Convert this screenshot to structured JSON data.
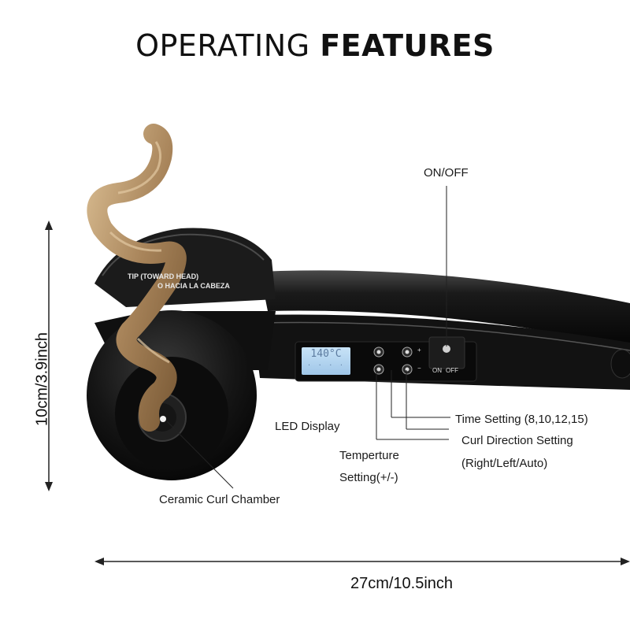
{
  "title": {
    "part1": "OPERATING ",
    "part2": "FEATURES"
  },
  "device_print": {
    "line1": "TIP (TOWARD HEAD)",
    "line2": "O HACIA LA CABEZA",
    "lcd_reading": "140°C",
    "on_label": "ON",
    "off_label": "OFF",
    "plus_sign": "+",
    "minus_sign": "−"
  },
  "callouts": {
    "on_off": "ON/OFF",
    "led_display": "LED Display",
    "time_setting": "Time Setting (8,10,12,15)",
    "curl_direction_line1": "Curl Direction Setting",
    "curl_direction_line2": "(Right/Left/Auto)",
    "temperature_line1": "Temperture",
    "temperature_line2": "Setting(+/-)",
    "ceramic_chamber": "Ceramic Curl Chamber"
  },
  "dimensions": {
    "height": "10cm/3.9inch",
    "width": "27cm/10.5inch"
  },
  "colors": {
    "device_body": "#151515",
    "hair": "#a8845a",
    "lcd": "#b7d7f2"
  }
}
